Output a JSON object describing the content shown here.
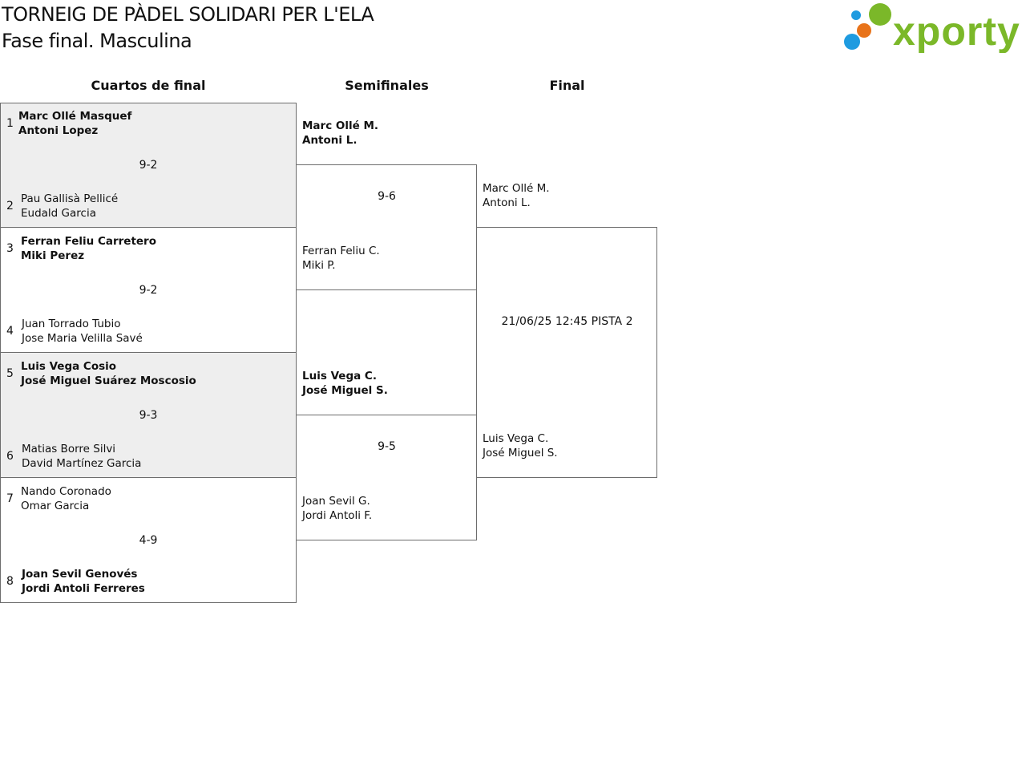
{
  "header": {
    "title": "TORNEIG DE PÀDEL SOLIDARI PER L'ELA",
    "subtitle": "Fase final. Masculina"
  },
  "logo": {
    "text": "xporty",
    "colors": {
      "green": "#7bb829",
      "orange": "#e8731a",
      "blue": "#1e9be0"
    }
  },
  "columns": {
    "quarterfinals": "Cuartos de final",
    "semifinals": "Semifinales",
    "final": "Final"
  },
  "quarterfinals": [
    {
      "score": "9-2",
      "top": {
        "seed": "1",
        "p1": "Marc Ollé Masquef",
        "p2": "Antoni Lopez",
        "winner": true
      },
      "bottom": {
        "seed": "2",
        "p1": "Pau Gallisà Pellicé",
        "p2": "Eudald Garcia",
        "winner": false
      }
    },
    {
      "score": "9-2",
      "top": {
        "seed": "3",
        "p1": "Ferran Feliu Carretero",
        "p2": "Miki Perez",
        "winner": true
      },
      "bottom": {
        "seed": "4",
        "p1": "Juan Torrado Tubio",
        "p2": "Jose Maria Velilla Savé",
        "winner": false
      }
    },
    {
      "score": "9-3",
      "top": {
        "seed": "5",
        "p1": "Luis Vega Cosio",
        "p2": "José Miguel Suárez Moscosio",
        "winner": true
      },
      "bottom": {
        "seed": "6",
        "p1": "Matias Borre Silvi",
        "p2": "David Martínez Garcia",
        "winner": false
      }
    },
    {
      "score": "4-9",
      "top": {
        "seed": "7",
        "p1": "Nando Coronado",
        "p2": "Omar Garcia",
        "winner": false
      },
      "bottom": {
        "seed": "8",
        "p1": "Joan Sevil Genovés",
        "p2": "Jordi Antoli Ferreres",
        "winner": true
      }
    }
  ],
  "semifinals": [
    {
      "score": "9-6",
      "top": {
        "p1": "Marc Ollé M.",
        "p2": "Antoni L.",
        "winner": true
      },
      "bottom": {
        "p1": "Ferran Feliu C.",
        "p2": "Miki P.",
        "winner": false
      }
    },
    {
      "score": "9-5",
      "top": {
        "p1": "Luis Vega C.",
        "p2": "José Miguel S.",
        "winner": true
      },
      "bottom": {
        "p1": "Joan Sevil G.",
        "p2": "Jordi Antoli F.",
        "winner": false
      }
    }
  ],
  "final": {
    "info": "21/06/25 12:45 PISTA 2",
    "top": {
      "p1": "Marc Ollé M.",
      "p2": "Antoni L."
    },
    "bottom": {
      "p1": "Luis Vega C.",
      "p2": "José Miguel S."
    }
  }
}
